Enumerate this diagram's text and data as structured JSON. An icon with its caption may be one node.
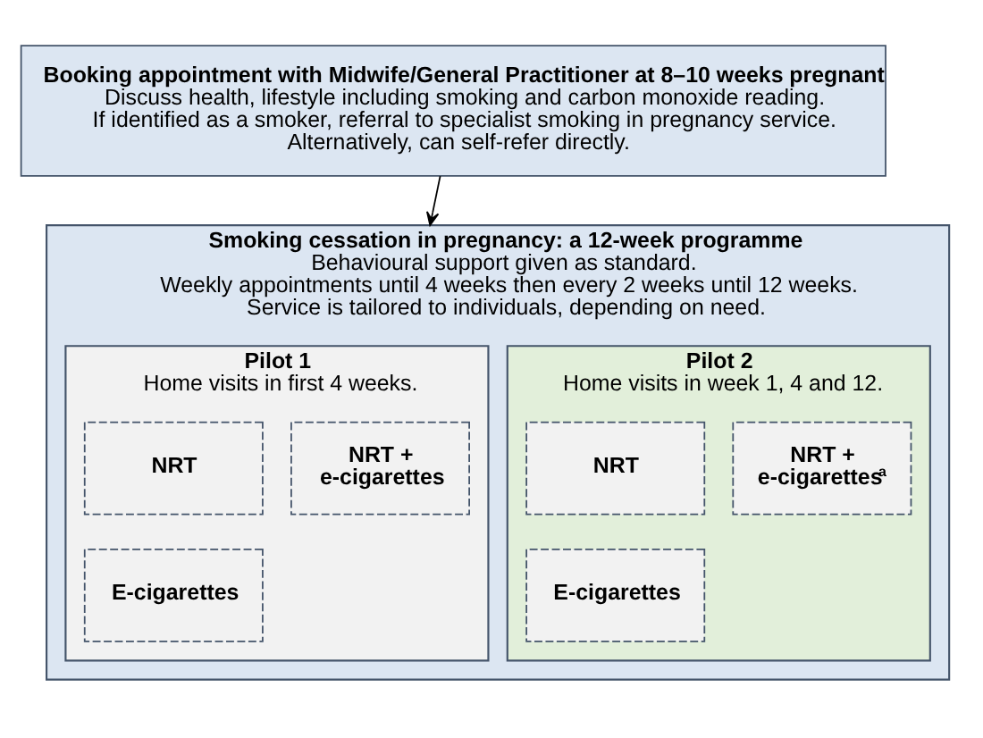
{
  "diagram": {
    "nodes": [
      {
        "text": [
          "Booking appointment with Midwife/General Practitioner at 8–10 weeks pregnant",
          "Discuss health, lifestyle including smoking and carbon monoxide reading.",
          "If identified as a smoker, referral to specialist smoking in pregnancy service.",
          "Alternatively, can self-refer directly."
        ]
      },
      {
        "text": [
          "Smoking cessation in pregnancy: a 12-week programme",
          "Behavioural support given as standard.",
          "Weekly appointments until 4 weeks then every 2 weeks until 12 weeks.",
          "Service is tailored to individuals, depending on need."
        ]
      },
      {
        "text": [
          "Pilot 1",
          "Home visits in first 4 weeks."
        ],
        "in": 1
      },
      {
        "text": [
          "NRT"
        ],
        "in": 2
      },
      {
        "text": [
          "NRT + e-cigarettes"
        ],
        "in": 2
      },
      {
        "text": [
          "E-cigarettes"
        ],
        "in": 2
      },
      {
        "text": [
          "Pilot 2",
          "Home visits in week 1, 4 and 12."
        ],
        "in": 1
      },
      {
        "text": [
          "NRT"
        ],
        "in": 6
      },
      {
        "text": [
          "NRT + e-cigarettes$^{a}$"
        ],
        "in": 6
      },
      {
        "text": [
          "E-cigarettes"
        ],
        "in": 6
      }
    ],
    "edges": [
      {
        "from": 0,
        "to": 1,
        "arrow": "to"
      }
    ]
  }
}
